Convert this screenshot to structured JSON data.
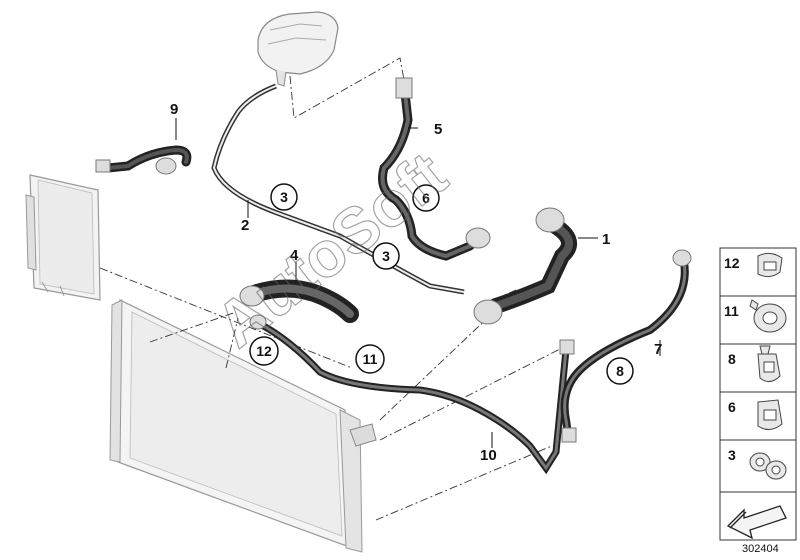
{
  "watermark": "AutoSoft",
  "drawing_number": "302404",
  "callouts": {
    "c1": "1",
    "c2": "2",
    "c4": "4",
    "c5": "5",
    "c7": "7",
    "c9": "9",
    "c10": "10"
  },
  "circled": {
    "k3a": "3",
    "k3b": "3",
    "k6": "6",
    "k8": "8",
    "k11": "11",
    "k12": "12"
  },
  "legend": [
    "12",
    "11",
    "8",
    "6",
    "3"
  ]
}
